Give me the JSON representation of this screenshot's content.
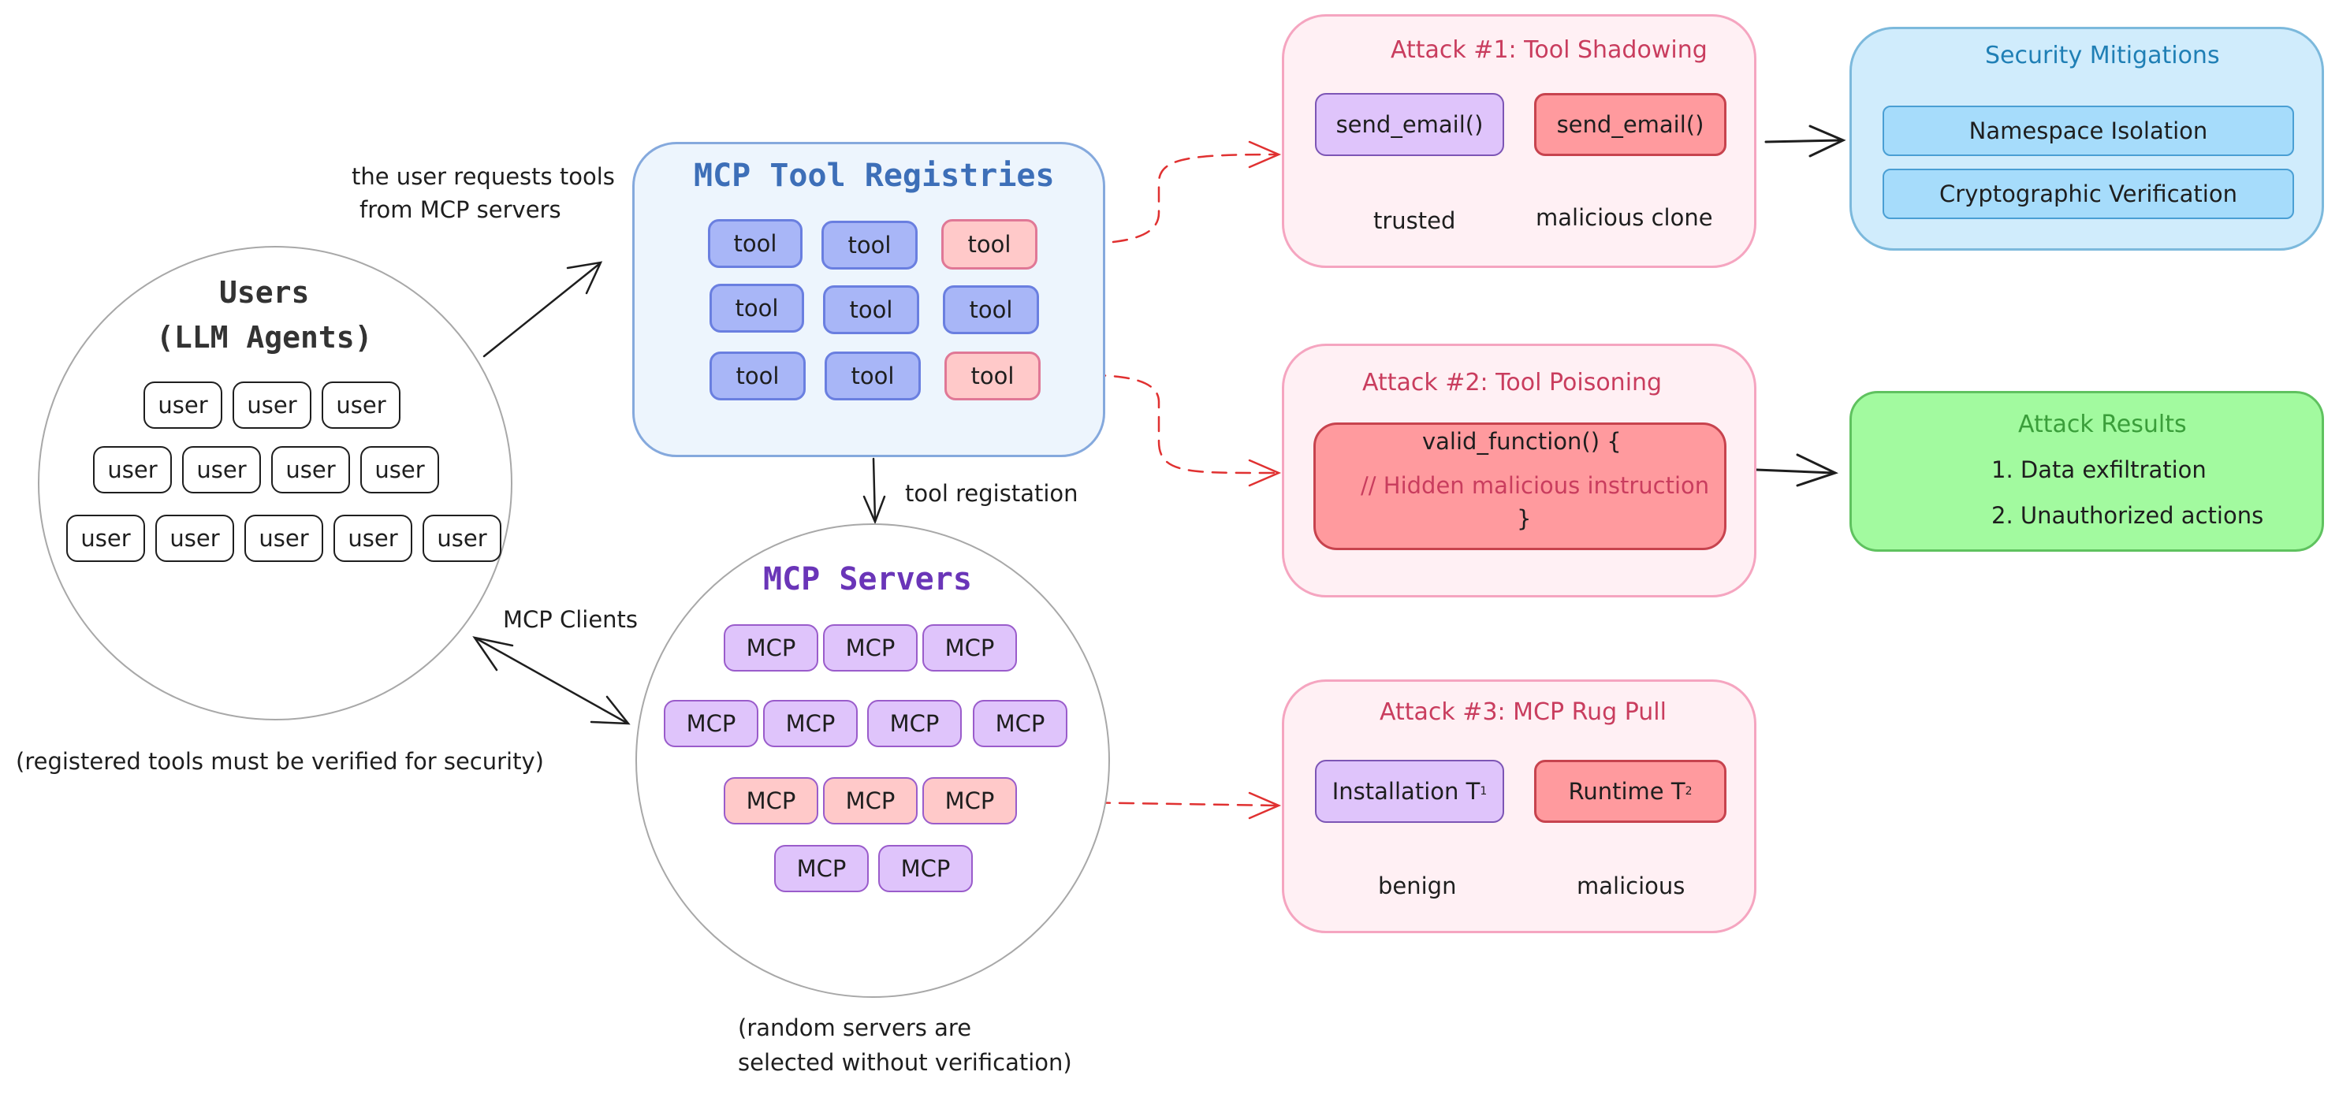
{
  "users": {
    "title_line1": "Users",
    "title_line2": "(LLM Agents)",
    "chip_label": "user",
    "note": "(registered tools must be verified for security)"
  },
  "edges": {
    "request": [
      "the user requests tools",
      "from MCP servers"
    ],
    "registration": "tool registation",
    "clients": "MCP Clients"
  },
  "registry": {
    "title": "MCP Tool Registries",
    "chip_label": "tool"
  },
  "servers": {
    "title": "MCP Servers",
    "chip_label": "MCP",
    "note": [
      "(random servers are",
      "selected without verification)"
    ]
  },
  "attack1": {
    "title": "Attack #1: Tool Shadowing",
    "fn": "send_email()",
    "left_caption": "trusted",
    "right_caption": "malicious clone"
  },
  "attack2": {
    "title": "Attack #2: Tool Poisoning",
    "code_line1": "valid_function() {",
    "code_line2": "// Hidden malicious instruction",
    "code_line3": "}"
  },
  "attack3": {
    "title": "Attack #3: MCP Rug Pull",
    "left_box": "Installation T",
    "left_sub": "1",
    "right_box": "Runtime T",
    "right_sub": "2",
    "left_caption": "benign",
    "right_caption": "malicious"
  },
  "mitigations": {
    "title": "Security Mitigations",
    "items": [
      "Namespace Isolation",
      "Cryptographic Verification"
    ]
  },
  "results": {
    "title": "Attack Results",
    "items": [
      "1. Data exfiltration",
      "2. Unauthorized actions"
    ]
  },
  "colors": {
    "registry_title": "#3d6fb8",
    "servers_title": "#6a35b8",
    "attack_title": "#c93d5e",
    "mitigation_title": "#1f7fb5",
    "results_title": "#3a9e3a",
    "dashed_arrow": "#e03131"
  }
}
